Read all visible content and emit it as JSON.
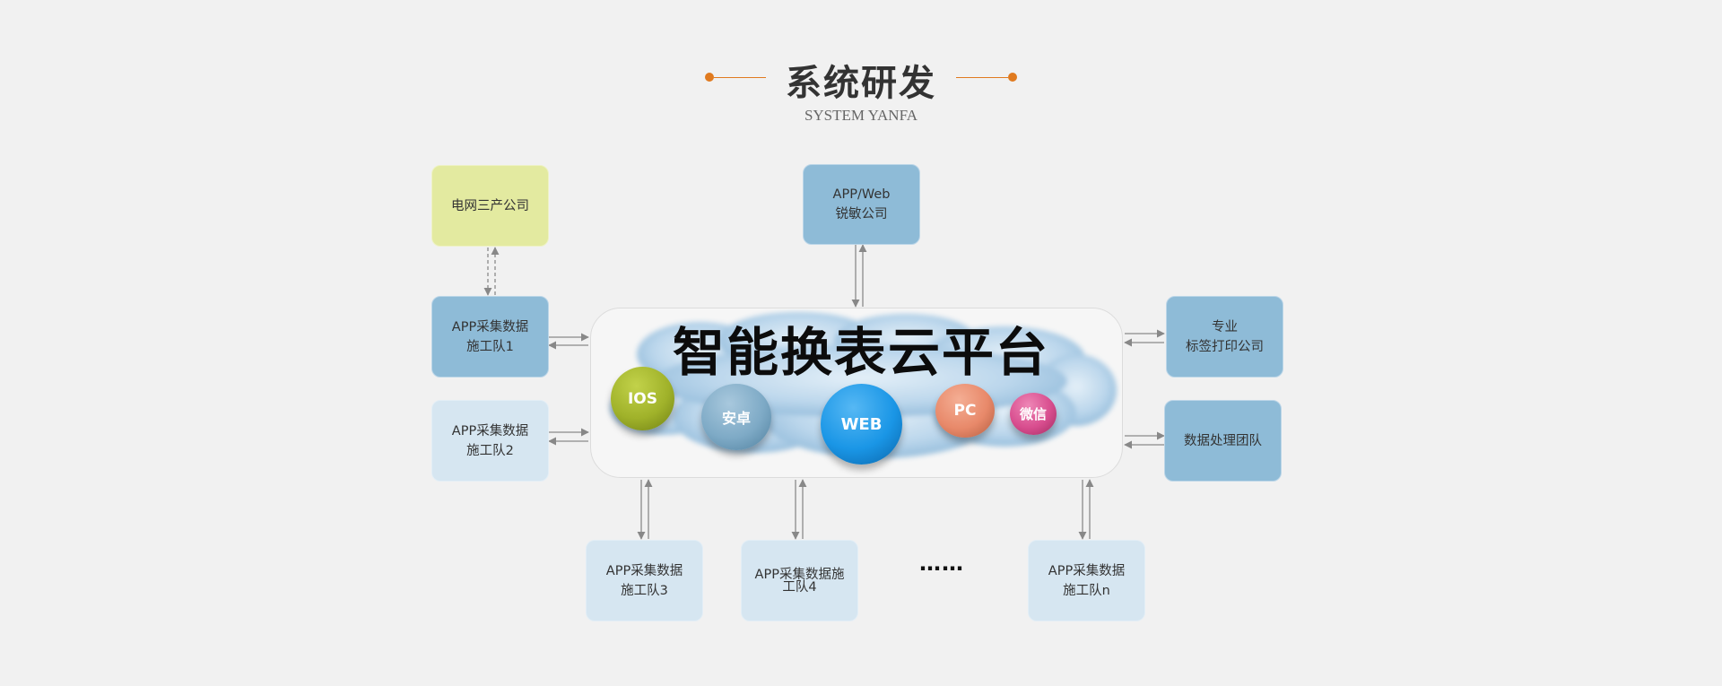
{
  "header": {
    "title": "系统研发",
    "subtitle": "SYSTEM YANFA",
    "accent_color": "#e07a1f"
  },
  "platform": {
    "title": "智能换表云平台",
    "platforms": [
      {
        "label": "IOS",
        "color": "#a0b22a"
      },
      {
        "label": "安卓",
        "color": "#7eaac6"
      },
      {
        "label": "WEB",
        "color": "#1a96e6"
      },
      {
        "label": "PC",
        "color": "#e8896a"
      },
      {
        "label": "微信",
        "color": "#d84d8e"
      }
    ]
  },
  "nodes": {
    "grid_company": "电网三产公司",
    "app_web_company": "APP/Web\n锐敏公司",
    "label_print": "专业\n标签打印公司",
    "data_team": "数据处理团队",
    "team1": "APP采集数据\n施工队1",
    "team2": "APP采集数据\n施工队2",
    "team3": "APP采集数据\n施工队3",
    "team4": "APP采集数据施\n工队4",
    "teamn": "APP采集数据\n施工队n",
    "more": "……"
  }
}
